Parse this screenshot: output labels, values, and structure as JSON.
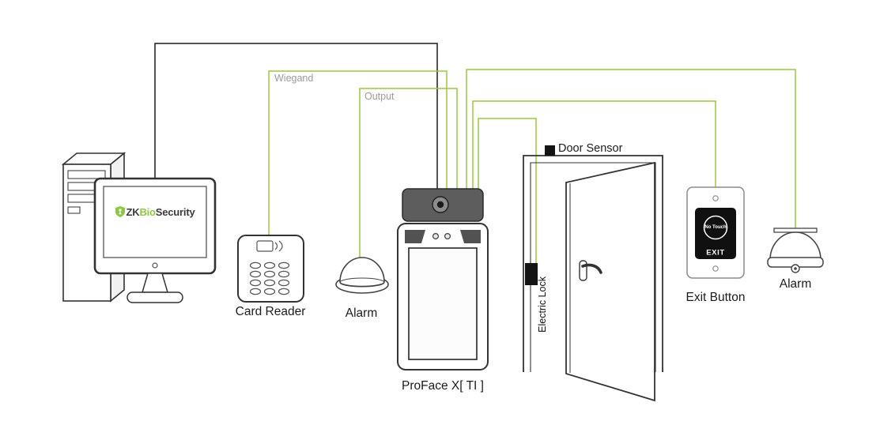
{
  "wires": {
    "wiegand_label": "Wiegand",
    "output_label": "Output"
  },
  "computer": {
    "logo_prefix": "ZK",
    "logo_mid": "Bio",
    "logo_suffix": "Security"
  },
  "card_reader": {
    "label": "Card Reader"
  },
  "siren_alarm": {
    "label": "Alarm"
  },
  "proface": {
    "label": "ProFace X[ TI ]"
  },
  "door": {
    "sensor_label": "Door Sensor",
    "lock_label": "Electric Lock"
  },
  "exit_button": {
    "label": "Exit Button",
    "no_touch_text": "No Touch",
    "exit_text": "EXIT"
  },
  "dome_alarm": {
    "label": "Alarm"
  },
  "colors": {
    "wire_green": "#9ac93d",
    "wire_black": "#1a1a1a",
    "logo_green": "#8dc63f",
    "label_dark": "#1c1c1c",
    "label_gray": "#9a9a9a"
  }
}
